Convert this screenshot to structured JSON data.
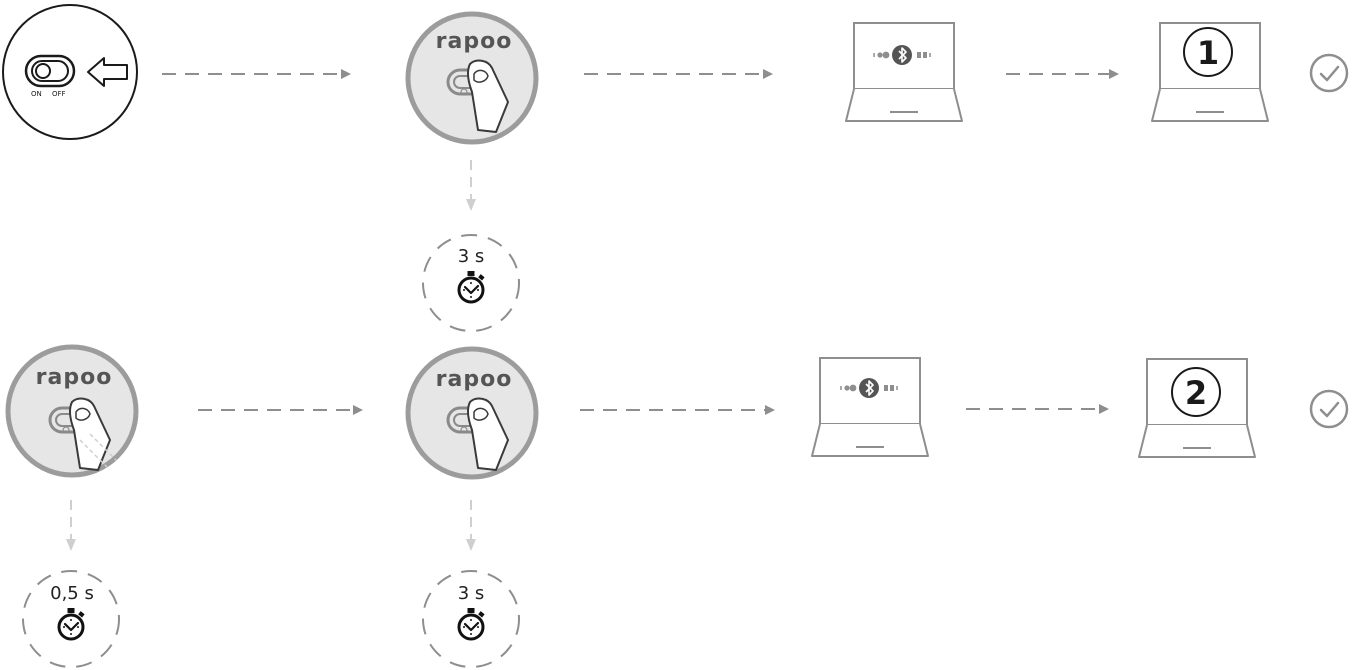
{
  "switch_labels": {
    "on": "ON",
    "off": "OFF"
  },
  "brand": "rapoo",
  "row1": {
    "timer": "3 s",
    "channel": "1"
  },
  "row2": {
    "timer_short": "0,5 s",
    "timer": "3 s",
    "channel": "2"
  },
  "icons": [
    "power-switch-icon",
    "arrow-left-icon",
    "dashed-arrow-right-icon",
    "dashed-arrow-down-icon",
    "finger-press-icon",
    "stopwatch-icon",
    "bluetooth-icon",
    "laptop-icon",
    "checkmark-circle-icon"
  ],
  "colors": {
    "stroke": "#8e8e8e",
    "dark": "#1a1a1a",
    "device_fill": "#e6e6e6",
    "device_ring": "#9c9c9c",
    "arrow_light": "#cfcfcf"
  }
}
